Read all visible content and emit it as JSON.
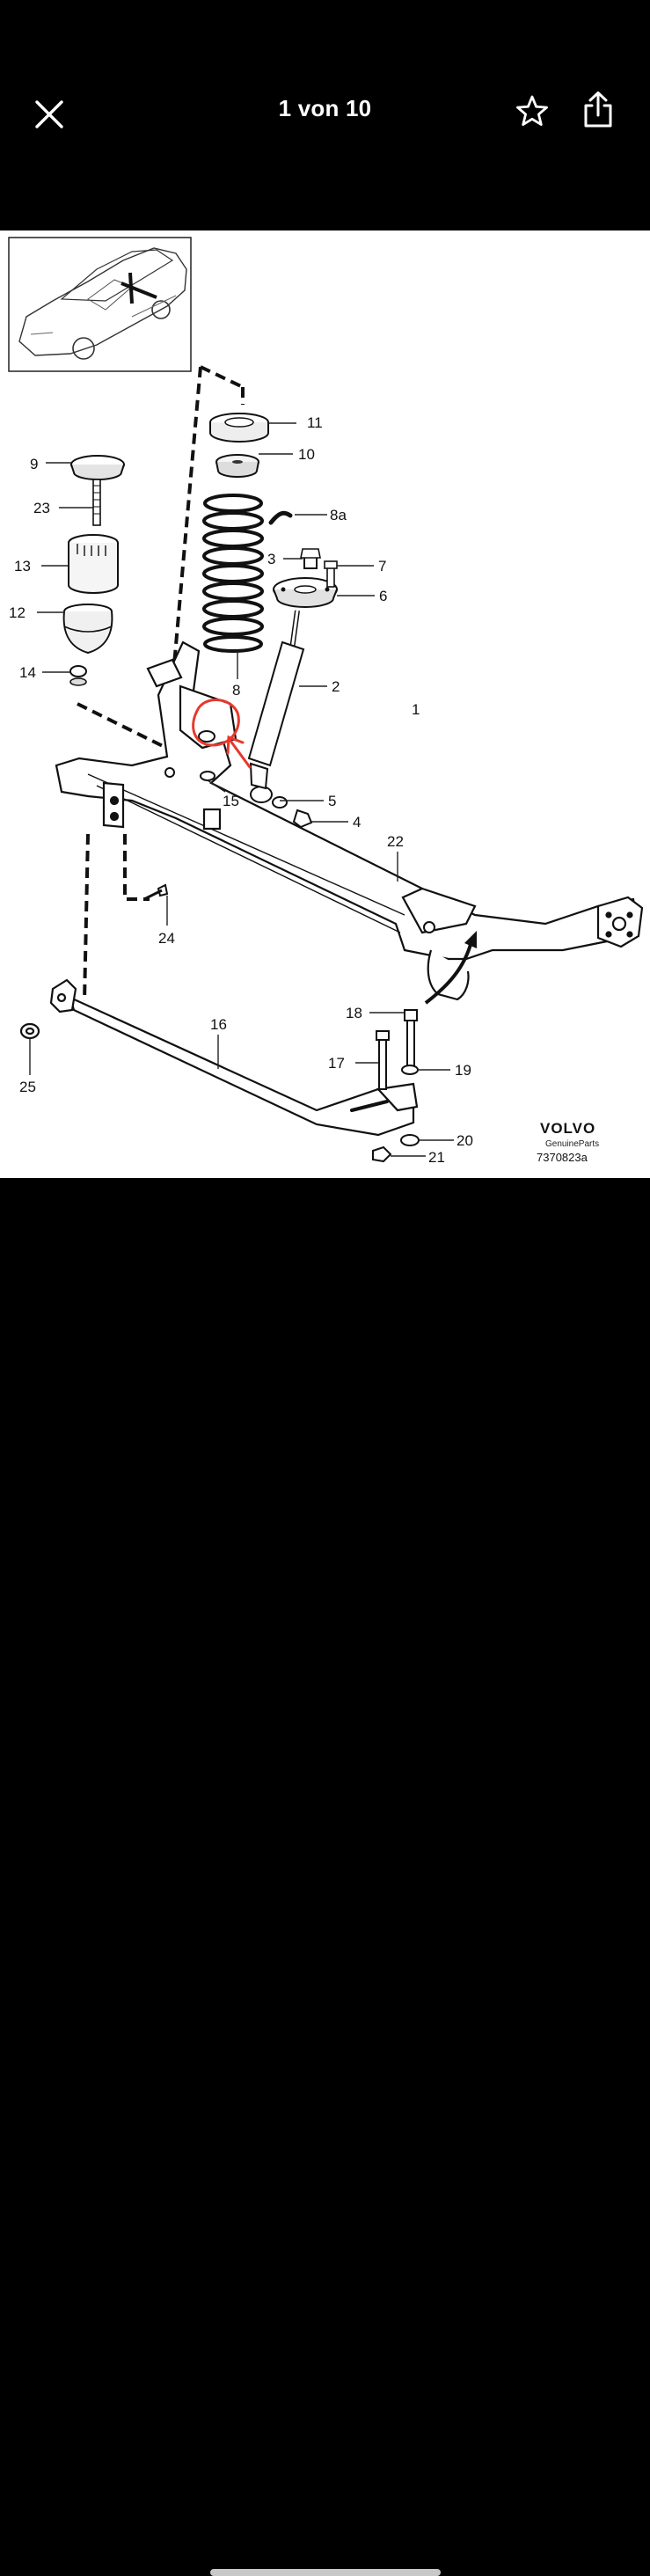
{
  "header": {
    "counter": "1 von 10",
    "close_icon": "close-icon",
    "favorite_icon": "star-icon",
    "share_icon": "share-icon"
  },
  "diagram": {
    "part_numbers": {
      "p1": "1",
      "p2": "2",
      "p3": "3",
      "p4": "4",
      "p5": "5",
      "p6": "6",
      "p7": "7",
      "p8": "8",
      "p8a": "8a",
      "p9": "9",
      "p10": "10",
      "p11": "11",
      "p12": "12",
      "p13": "13",
      "p14": "14",
      "p15": "15",
      "p16": "16",
      "p17": "17",
      "p18": "18",
      "p19": "19",
      "p20": "20",
      "p21": "21",
      "p22": "22",
      "p23": "23",
      "p24": "24",
      "p25": "25"
    },
    "brand": "VOLVO",
    "brand_sub": "GenuineParts",
    "drawing_number": "7370823a",
    "highlight_color": "#e8382c"
  }
}
